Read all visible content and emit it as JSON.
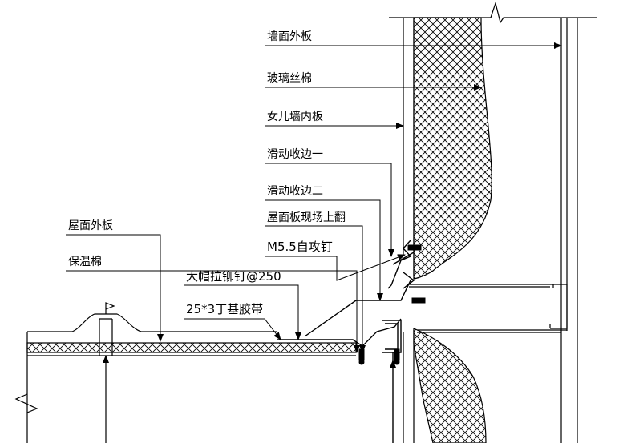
{
  "labels": {
    "wall_outer_panel": "墙面外板",
    "glass_wool": "玻璃丝棉",
    "parapet_inner_panel": "女儿墙内板",
    "sliding_edge_1": "滑动收边一",
    "sliding_edge_2": "滑动收边二",
    "roof_panel_flip": "屋面板现场上翻",
    "self_tapping_screw": "M5.5自攻钉",
    "roof_outer_panel": "屋面外板",
    "insulation_wool": "保温棉",
    "blind_rivet": "大帽拉铆钉@250",
    "butyl_tape": "25*3丁基胶带"
  },
  "colors": {
    "line": "#000000",
    "background": "#ffffff"
  }
}
